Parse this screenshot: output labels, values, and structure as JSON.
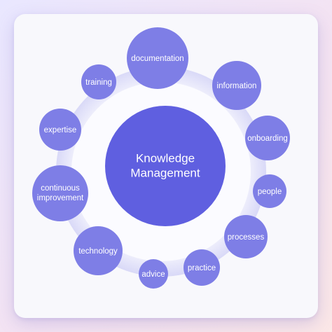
{
  "diagram": {
    "center": {
      "line1": "Knowledge",
      "line2": "Management"
    },
    "nodes": [
      {
        "label": "documentation"
      },
      {
        "label": "information"
      },
      {
        "label": "onboarding"
      },
      {
        "label": "people"
      },
      {
        "label": "processes"
      },
      {
        "label": "practice"
      },
      {
        "label": "advice"
      },
      {
        "label": "technology"
      },
      {
        "label_line1": "continuous",
        "label_line2": "improvement"
      },
      {
        "label": "expertise"
      },
      {
        "label": "training"
      }
    ]
  },
  "colors": {
    "node_fill": "#7e7ee6",
    "center_fill": "#5f5fe0",
    "ring": "#e3e3fb"
  }
}
